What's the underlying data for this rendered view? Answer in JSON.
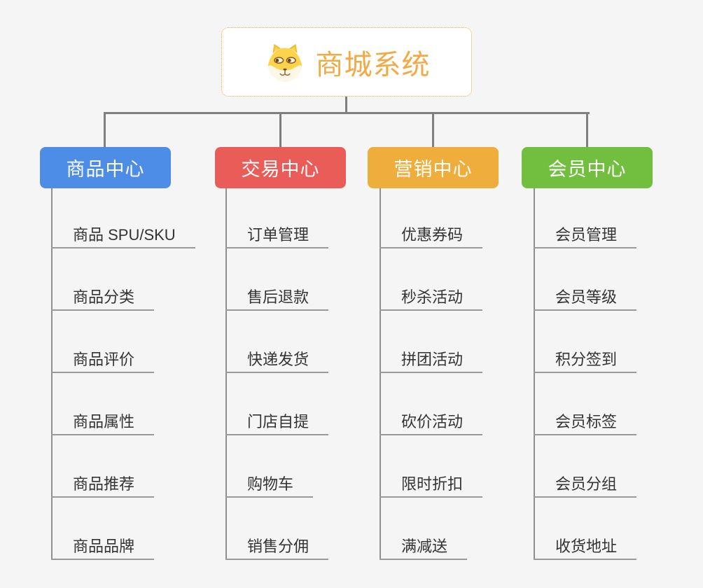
{
  "root": {
    "title": "商城系统",
    "icon": "dog-face-icon",
    "title_color": "#F1AB45",
    "border_color": "#F0A93C"
  },
  "branches": [
    {
      "label": "商品中心",
      "color": "#4D8DE8",
      "items": [
        "商品 SPU/SKU",
        "商品分类",
        "商品评价",
        "商品属性",
        "商品推荐",
        "商品品牌"
      ]
    },
    {
      "label": "交易中心",
      "color": "#E95C57",
      "items": [
        "订单管理",
        "售后退款",
        "快递发货",
        "门店自提",
        "购物车",
        "销售分佣"
      ]
    },
    {
      "label": "营销中心",
      "color": "#EFAD3B",
      "items": [
        "优惠券码",
        "秒杀活动",
        "拼团活动",
        "砍价活动",
        "限时折扣",
        "满减送"
      ]
    },
    {
      "label": "会员中心",
      "color": "#72BF3F",
      "items": [
        "会员管理",
        "会员等级",
        "积分签到",
        "会员标签",
        "会员分组",
        "收货地址"
      ]
    }
  ],
  "theme": {
    "background_color": "#F5F5F6",
    "connector_color": "#7F7F7F",
    "rail_color": "#8F8F8F",
    "underline_color": "#999999",
    "leaf_text_color": "#333333",
    "branch_text_color": "#FFFFFF"
  }
}
